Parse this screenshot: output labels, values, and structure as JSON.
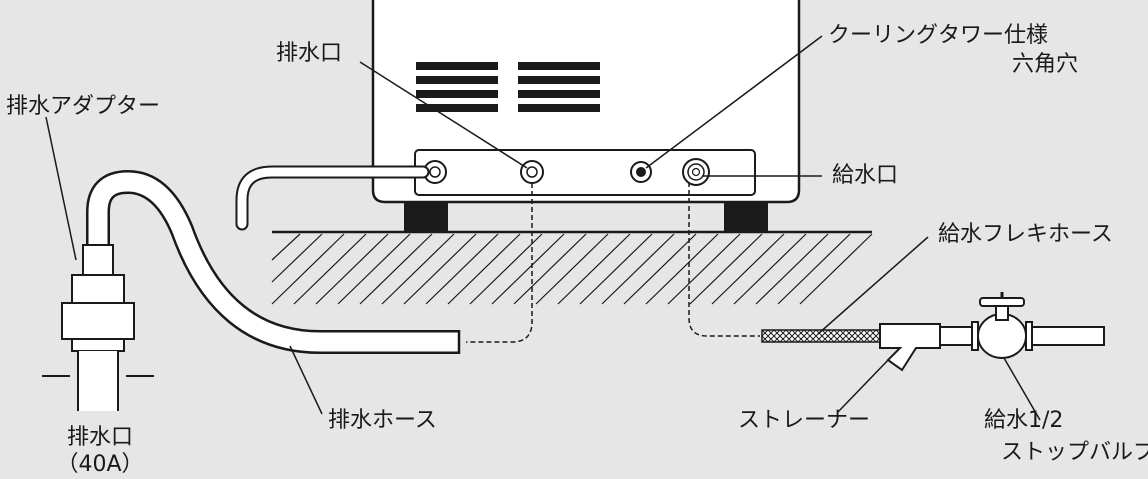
{
  "labels": {
    "drain_port_top": "排水口",
    "cooling_tower_spec": "クーリングタワー仕様",
    "hex_hole": "六角穴",
    "drain_adapter": "排水アダプター",
    "water_inlet": "給水口",
    "supply_flex_hose": "給水フレキホース",
    "drain_port_bottom": "排水口",
    "drain_size": "（40A）",
    "drain_hose": "排水ホース",
    "strainer": "ストレーナー",
    "supply_size": "給水1/2",
    "stop_valve": "ストップバルブ"
  },
  "colors": {
    "background": "#e6e6e6",
    "line": "#1a1a1a",
    "machine_fill": "#ffffff",
    "feet": "#1a1a1a"
  }
}
